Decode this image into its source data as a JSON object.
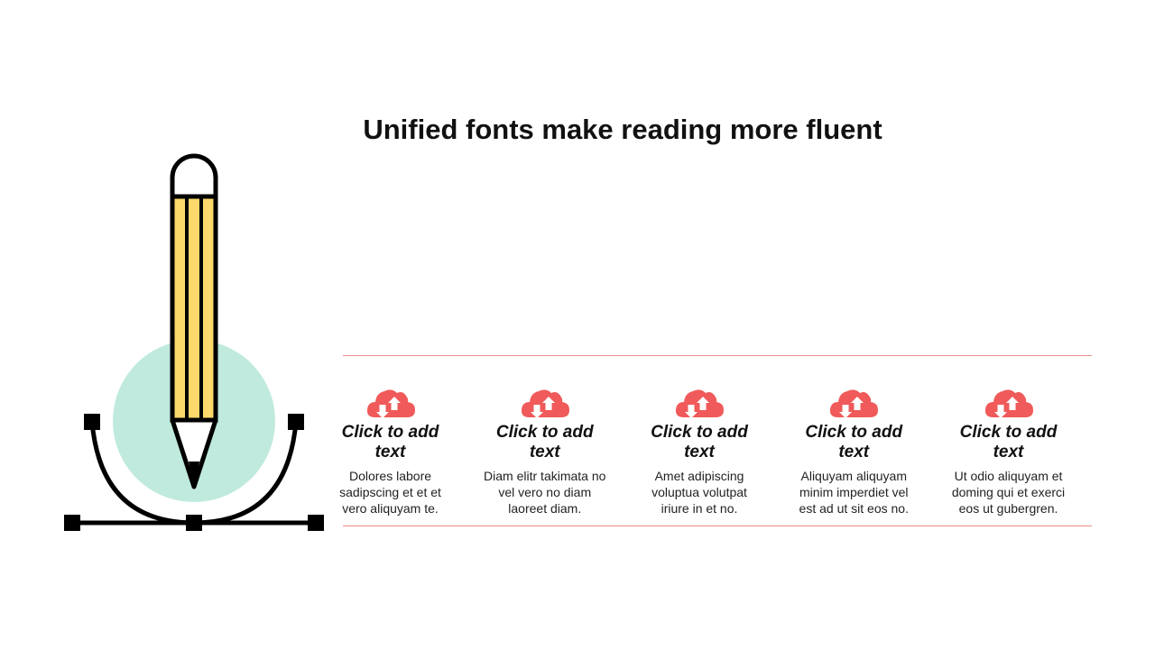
{
  "slide": {
    "title": "Unified fonts make reading more fluent"
  },
  "colors": {
    "accent": "#f05a5a",
    "pencil_body": "#fbd96b",
    "circle": "#bfeadd",
    "rule": "#f08a8a",
    "outline": "#000000"
  },
  "features": [
    {
      "icon": "cloud-transfer-icon",
      "heading": "Click to add text",
      "body": "Dolores labore sadipscing et et et vero aliquyam te."
    },
    {
      "icon": "cloud-transfer-icon",
      "heading": "Click to add text",
      "body": "Diam elitr takimata no vel vero no diam laoreet diam."
    },
    {
      "icon": "cloud-transfer-icon",
      "heading": "Click to add text",
      "body": "Amet adipiscing voluptua volutpat iriure in et no."
    },
    {
      "icon": "cloud-transfer-icon",
      "heading": "Click to add text",
      "body": "Aliquyam aliquyam minim imperdiet vel est ad ut sit eos no."
    },
    {
      "icon": "cloud-transfer-icon",
      "heading": "Click to add text",
      "body": "Ut odio aliquyam et doming qui et exerci eos ut gubergren."
    }
  ]
}
